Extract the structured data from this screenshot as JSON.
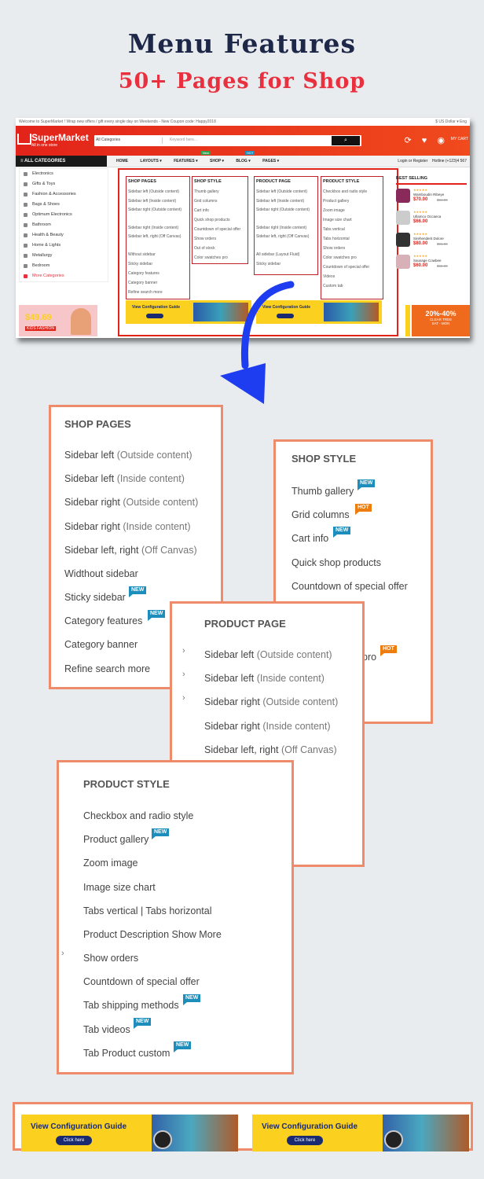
{
  "header": {
    "title": "Menu Features",
    "subtitle": "50+ Pages for Shop"
  },
  "screenshot": {
    "topbar_left": "Welcome to SuperMarket ! Wrap new offers / gift every single day on Weekends - New Coupon code: Happy2018",
    "topbar_right": "$ US Dollar ▾   Eng",
    "logo": "SuperMarket",
    "logo_tag": "All in one store",
    "search_category": "All Categories",
    "search_placeholder": "Keyword here...",
    "mycart": "MY CART",
    "all_categories": "ALL CATEGORIES",
    "nav": [
      "HOME",
      "LAYOUTS ▾",
      "FEATURES ▾",
      "SHOP ▾",
      "BLOG ▾",
      "PAGES ▾"
    ],
    "nav_badge_features": "New",
    "nav_badge_blog": "HOT",
    "login": "Login or Register",
    "hotline": "Hotline (+123)4 567",
    "categories": [
      "Electronics",
      "Gifts & Toys",
      "Fashion & Accessories",
      "Bags & Shoes",
      "Optimum Electronics",
      "Bathroom",
      "Health & Beauty",
      "Home & Lights",
      "Metallurgy",
      "Bedroom",
      "More Categories"
    ],
    "mega_cols": [
      {
        "title": "SHOP PAGES",
        "items": [
          "Sidebar left (Outside content)",
          "Sidebar left (Inside content)",
          "Sidebar right (Outside content)",
          "Sidebar right (Inside content)",
          "Sidebar left, right (Off Canvas)",
          "Without sidebar",
          "Sticky sidebar",
          "Category features",
          "Category banner",
          "Refine search more"
        ]
      },
      {
        "title": "SHOP STYLE",
        "items": [
          "Thumb gallery",
          "Grid columns",
          "Cart info",
          "Quick shop products",
          "Countdown of special offer",
          "Show orders",
          "Out of stock",
          "Color swatches pro"
        ]
      },
      {
        "title": "PRODUCT PAGE",
        "items": [
          "Sidebar left (Outside content)",
          "Sidebar left (Inside content)",
          "Sidebar right (Outside content)",
          "Sidebar right (Inside content)",
          "Sidebar left, right (Off Canvas)",
          "All sidebar (Layout Fluid)",
          "Sticky sidebar"
        ]
      },
      {
        "title": "PRODUCT STYLE",
        "items": [
          "Checkbox and radio style",
          "Product gallery",
          "Zoom image",
          "Image size chart",
          "Tabs vertical",
          "Tabs horizontal",
          "Show orders",
          "Color swatches pro",
          "Countdown of special offer",
          "Videos",
          "Custom tab"
        ]
      }
    ],
    "mega_banner": "View Configuration Guide",
    "best_selling": "BEST SELLING",
    "products": [
      {
        "name": "Wamboudin Ribeye",
        "price": "$70.00",
        "old": "$84.00",
        "color": "#8a2a5a"
      },
      {
        "name": "Ullamco Occaeca",
        "price": "$66.00",
        "old": "",
        "color": "#cccccc"
      },
      {
        "name": "Sirehenderit Dolore",
        "price": "$80.00",
        "old": "$91.00",
        "color": "#333333"
      },
      {
        "name": "Sausage Cowbee",
        "price": "$60.00",
        "old": "$65.00",
        "color": "#d8b0b8"
      }
    ],
    "promo_left_price": "$49.69",
    "promo_left_label": "KIDS FASHION",
    "promo_right_main": "20%-40%",
    "promo_right_sub": "CLEAR TREE",
    "promo_right_sub2": "SAT - MON"
  },
  "panels": {
    "shop_pages": {
      "title": "SHOP PAGES",
      "items": [
        "Sidebar left",
        "Sidebar left",
        "Sidebar right",
        "Sidebar right",
        "Sidebar left, right",
        "Widthout sidebar",
        "Sticky sidebar",
        "Category features",
        "Category banner",
        "Refine search more"
      ],
      "qualifiers": [
        "(Outside content)",
        "(Inside content)",
        "(Outside content)",
        "(Inside content)",
        "(Off Canvas)"
      ]
    },
    "shop_style": {
      "title": "SHOP STYLE",
      "items": [
        "Thumb gallery",
        "Grid columns",
        "Cart info",
        "Quick shop products",
        "Countdown of special offer"
      ],
      "partial_item": "pro"
    },
    "product_page": {
      "title": "PRODUCT PAGE",
      "items": [
        "Sidebar left",
        "Sidebar left",
        "Sidebar right",
        "Sidebar right",
        "Sidebar left, right"
      ],
      "qualifiers": [
        "(Outside content)",
        "(Inside content)",
        "(Outside content)",
        "(Inside content)",
        "(Off Canvas)"
      ]
    },
    "product_style": {
      "title": "PRODUCT STYLE",
      "items": [
        "Checkbox and radio style",
        "Product gallery",
        "Zoom image",
        "Image size chart",
        "Tabs vertical | Tabs horizontal",
        "Product Description Show More",
        "Show orders",
        "Countdown of special offer",
        "Tab shipping methods",
        "Tab videos",
        "Tab Product custom"
      ]
    }
  },
  "badges": {
    "new": "NEW",
    "hot": "HOT"
  },
  "bottom_banner": {
    "text": "View Configuration Guide",
    "button": "Click here"
  },
  "colors": {
    "accent": "#e8303f",
    "navy": "#1d2747",
    "panel_border": "#ee8b6b",
    "new_badge": "#1d8ebb",
    "hot_badge": "#ee7d10"
  }
}
